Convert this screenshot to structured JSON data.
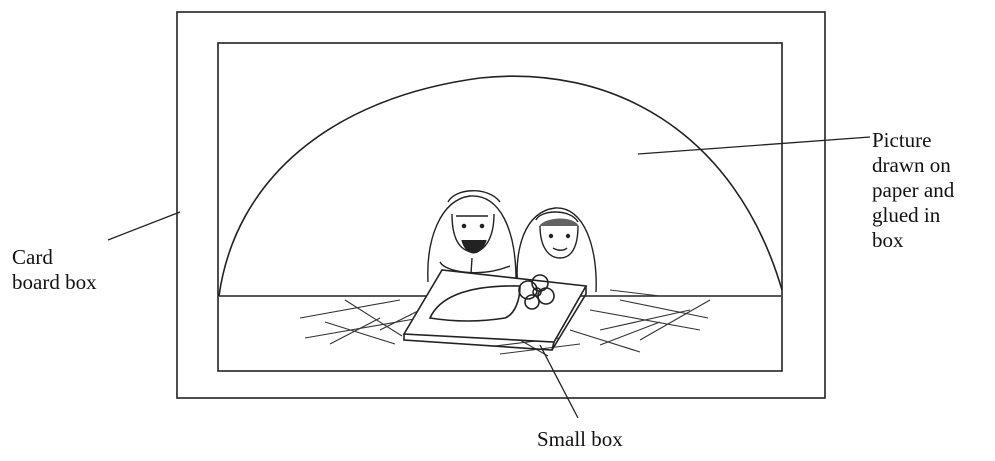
{
  "labels": {
    "card_board_box": [
      "Card",
      "board box"
    ],
    "picture": [
      "Picture",
      "drawn on",
      "paper and",
      "glued in",
      "box"
    ],
    "small_box": "Small box"
  }
}
